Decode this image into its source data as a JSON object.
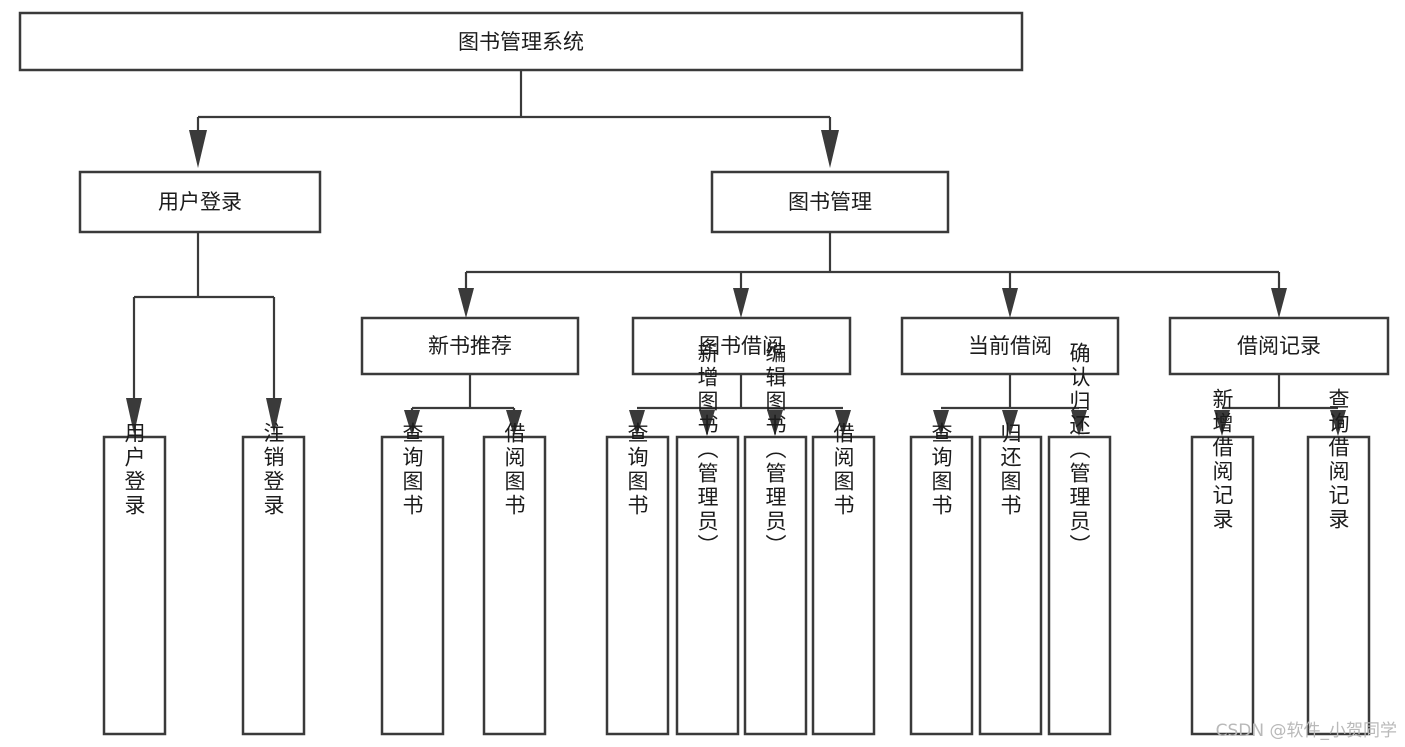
{
  "diagram": {
    "title": "图书管理系统",
    "watermark": "CSDN @软件_小贺同学",
    "colors": {
      "stroke": "#3a3a3a",
      "fill": "#ffffff",
      "text": "#1c1c1c",
      "watermark": "#b9b9b9"
    },
    "root": {
      "label": "图书管理系统"
    },
    "level2": [
      {
        "label": "用户登录"
      },
      {
        "label": "图书管理"
      }
    ],
    "level3": [
      {
        "label": "新书推荐"
      },
      {
        "label": "图书借阅"
      },
      {
        "label": "当前借阅"
      },
      {
        "label": "借阅记录"
      }
    ],
    "leaves": {
      "user_login": [
        {
          "label": "用户登录"
        },
        {
          "label": "注销登录"
        }
      ],
      "new_book_recommend": [
        {
          "label": "查询图书"
        },
        {
          "label": "借阅图书"
        }
      ],
      "book_borrow": [
        {
          "label": "查询图书"
        },
        {
          "label": "新增图书（管理员）"
        },
        {
          "label": "编辑图书（管理员）"
        },
        {
          "label": "借阅图书"
        }
      ],
      "current_borrow": [
        {
          "label": "查询图书"
        },
        {
          "label": "归还图书"
        },
        {
          "label": "确认归还（管理员）"
        }
      ],
      "borrow_record": [
        {
          "label": "新增借阅记录"
        },
        {
          "label": "查询借阅记录"
        }
      ]
    }
  }
}
